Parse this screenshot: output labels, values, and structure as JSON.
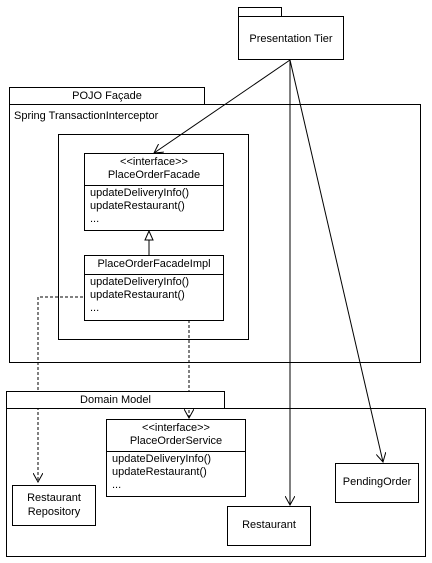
{
  "presentation": {
    "label": "Presentation Tier"
  },
  "pojo_facade": {
    "tab": "POJO Façade",
    "interceptor": "Spring TransactionInterceptor"
  },
  "place_order_facade": {
    "stereotype": "<<interface>>",
    "name": "PlaceOrderFacade",
    "ops": [
      "updateDeliveryInfo()",
      "updateRestaurant()",
      "..."
    ]
  },
  "place_order_facade_impl": {
    "name": "PlaceOrderFacadeImpl",
    "ops": [
      "updateDeliveryInfo()",
      "updateRestaurant()",
      "..."
    ]
  },
  "domain_model": {
    "tab": "Domain Model"
  },
  "place_order_service": {
    "stereotype": "<<interface>>",
    "name": "PlaceOrderService",
    "ops": [
      "updateDeliveryInfo()",
      "updateRestaurant()",
      "..."
    ]
  },
  "restaurant_repository": {
    "line1": "Restaurant",
    "line2": "Repository"
  },
  "restaurant": {
    "label": "Restaurant"
  },
  "pending_order": {
    "label": "PendingOrder"
  }
}
